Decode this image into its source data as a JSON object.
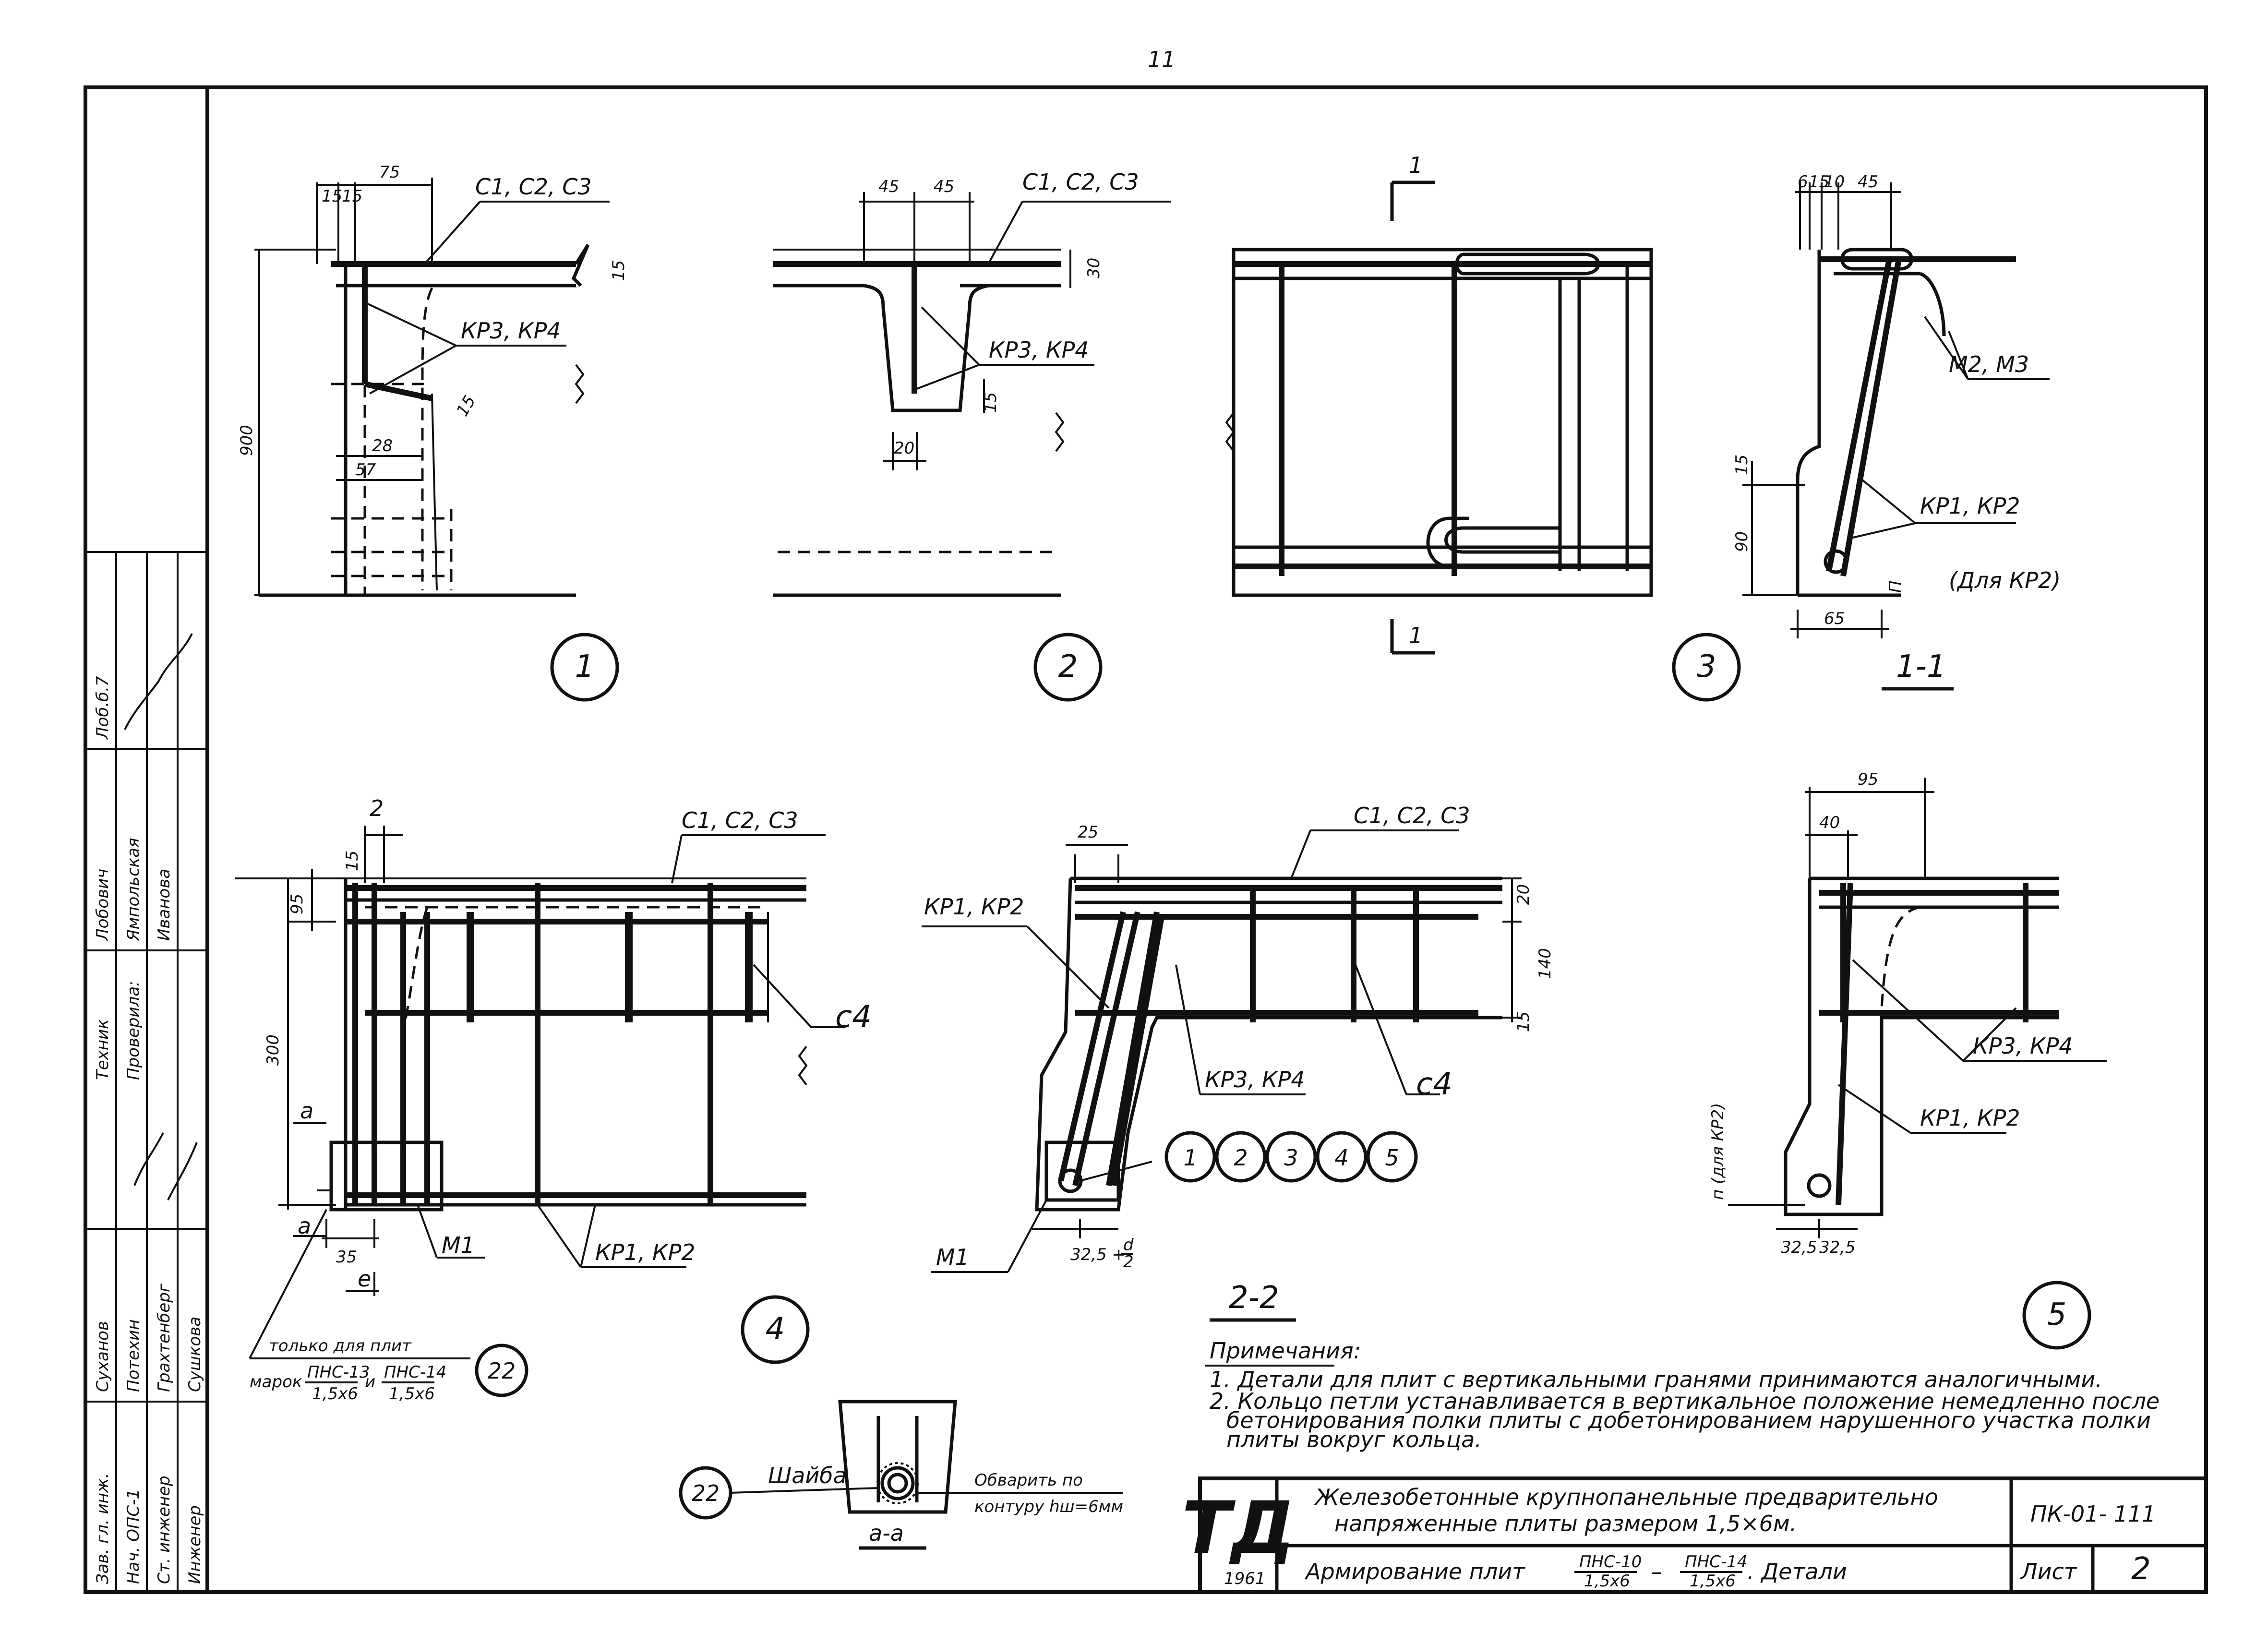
{
  "page_number": "11",
  "callouts": {
    "d1": "1",
    "d2": "2",
    "d3": "3",
    "d4": "4",
    "d5": "5",
    "s1": "1",
    "s2": "2",
    "s3": "3",
    "s4": "4",
    "s5": "5",
    "n22a": "22",
    "n22b": "22"
  },
  "section_labels": {
    "s11": "1-1",
    "s22": "2-2",
    "aa": "a-a",
    "cut1top": "1",
    "cut1bot": "1"
  },
  "labels": {
    "c123_d1": "С1, С2, С3",
    "c123_d2": "С1, С2, С3",
    "c123_d4": "С1, С2, С3",
    "c123_s22": "С1, С2, С3",
    "kr34_d1": "КР3, КР4",
    "kr34_d2": "КР3, КР4",
    "kr34_s22": "КР3, КР4",
    "kr34_d5": "КР3, КР4",
    "m23": "М2, М3",
    "kr12_s11": "КР1, КР2",
    "kr12_d4": "КР1, КР2",
    "kr12_s22": "КР1, КР2",
    "kr12_d5": "КР1, КР2",
    "dlya_kr2": "(Для КР2)",
    "c4_d4": "с4",
    "c4_s22": "с4",
    "m1_d4": "М1",
    "m1_s22": "М1",
    "shayba": "Шайба",
    "obvarit": "Обварить по",
    "kontur": "контуру hш=6мм",
    "only_for": "только для плит",
    "marok": "марок",
    "pns13": "ПНС-13",
    "pns14": "ПНС-14",
    "size15x6": "1,5х6",
    "and": "и",
    "pn_dlya": "п (для КР2)"
  },
  "dims": {
    "d1_75": "75",
    "d1_15a": "15",
    "d1_15b": "15",
    "d1_15c": "15",
    "d1_15d": "15",
    "d1_900": "900",
    "d1_28": "28",
    "d1_57": "57",
    "d2_45a": "45",
    "d2_45b": "45",
    "d2_30": "30",
    "d2_15": "15",
    "d2_20": "20",
    "s11_6": "6",
    "s11_15": "15",
    "s11_10": "10",
    "s11_45": "45",
    "s11_15b": "15",
    "s11_90": "90",
    "s11_65": "65",
    "s11_p": "П",
    "d4_2": "2",
    "d4_15": "15",
    "d4_95": "95",
    "d4_300": "300",
    "d4_a": "а",
    "d4_a2": "а",
    "d4_35": "35",
    "d4_e": "е",
    "s22_25": "25",
    "s22_20": "20",
    "s22_140": "140",
    "s22_15": "15",
    "s22_325": "32,5 +",
    "s22_d": "d",
    "s22_2": "2",
    "d5_95": "95",
    "d5_40": "40",
    "d5_325a": "32,5",
    "d5_325b": "32,5"
  },
  "notes": {
    "heading": "Примечания:",
    "n1": "1. Детали для плит с вертикальными гранями принимаются      аналогичными.",
    "n2a": "2. Кольцо петли устанавливается в вертикальное положение немедленно после",
    "n2b": "бетонирования полки плиты с добетонированием нарушенного участка полки",
    "n2c": "плиты вокруг кольца."
  },
  "stamp": {
    "roles": [
      "Зав. гл. инж.",
      "Нач. ОПС-1",
      "Ст. инженер",
      "Инженер"
    ],
    "names": [
      "Суханов",
      "Потехин",
      "Грахтенберг",
      "Сушкова"
    ],
    "roles2": [
      "Техник",
      "Проверила:"
    ],
    "names2": [
      "Лобович",
      "Ямпольская",
      "Иванова"
    ],
    "sig": "Лоб.б.7"
  },
  "title_block": {
    "logo": "ТД",
    "year": "1961",
    "title1": "Железобетонные    крупнопанельные  предварительно",
    "title2": "напряженные     плиты       размером  1,5×6м.",
    "subtitle_a": "Армирование   плит",
    "pns10": "ПНС-10",
    "pns14": "ПНС-14",
    "size": "1,5х6",
    "dash": "–",
    "subtitle_b": ". Детали",
    "code": "ПК-01- 111",
    "sheet_label": "Лист",
    "sheet_no": "2"
  }
}
